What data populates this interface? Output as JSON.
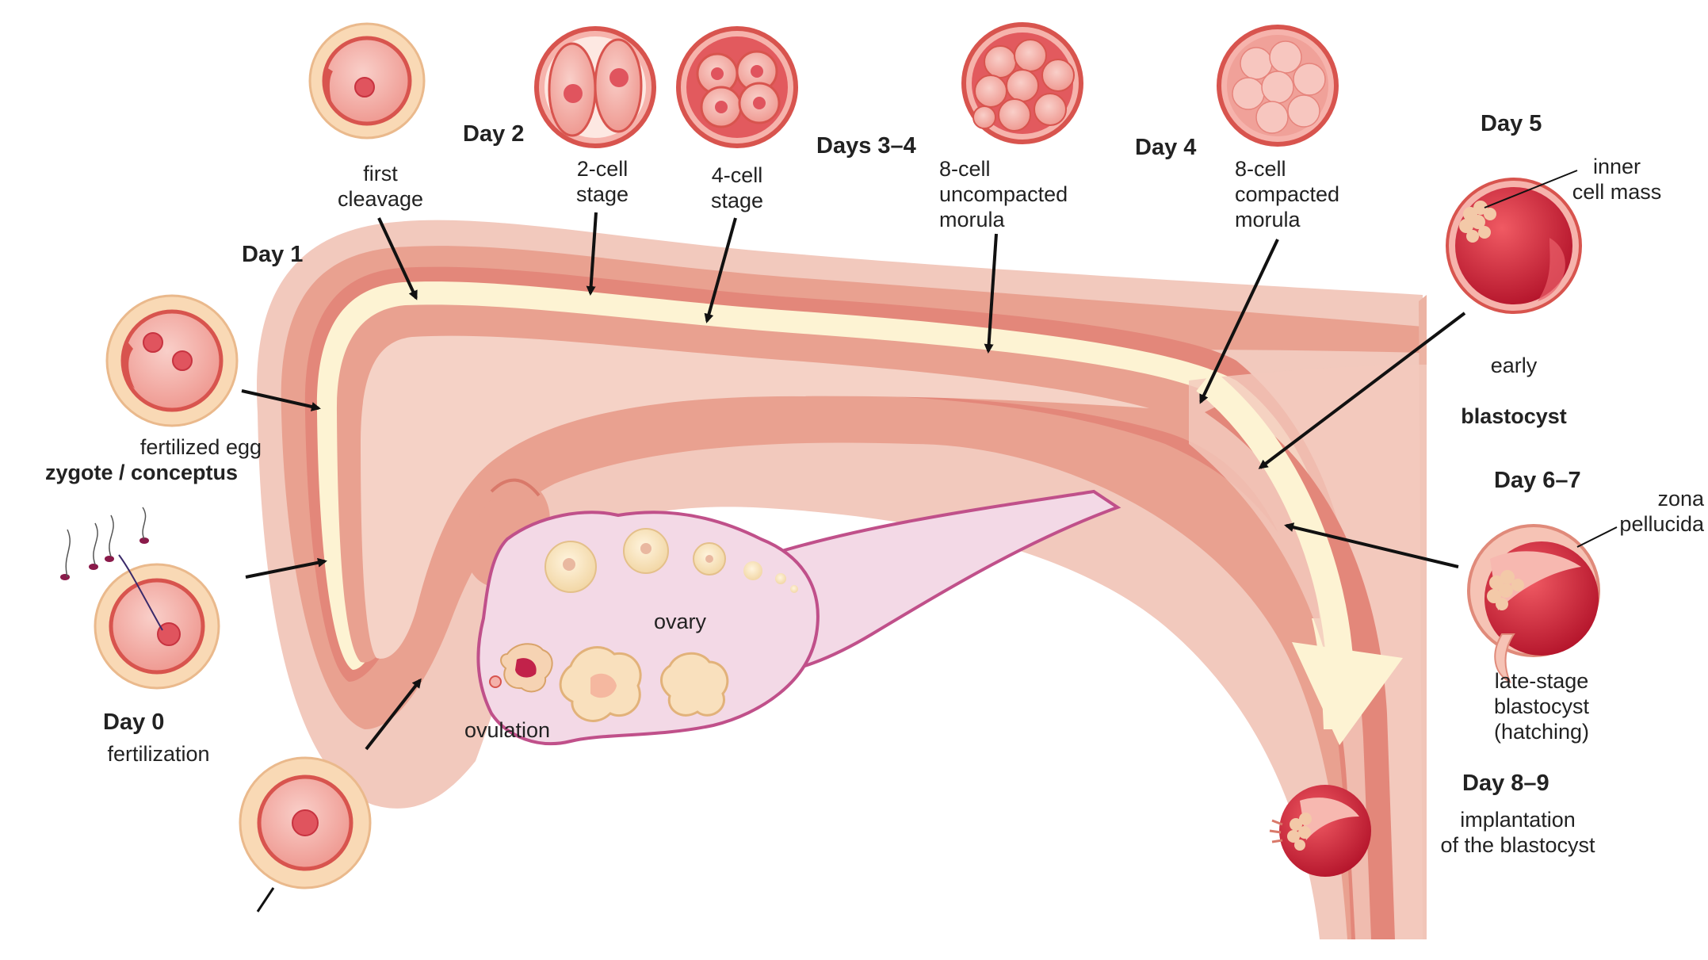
{
  "days": {
    "day0": "Day 0",
    "day1": "Day 1",
    "day2": "Day 2",
    "days34": "Days 3–4",
    "day4": "Day 4",
    "day5": "Day 5",
    "day67": "Day 6–7",
    "day89": "Day 8–9"
  },
  "labels": {
    "fertilization": "fertilization",
    "fertilized_egg": "fertilized egg",
    "zygote": "zygote / conceptus",
    "first_cleavage": "first\ncleavage",
    "two_cell": "2-cell\nstage",
    "four_cell": "4-cell\nstage",
    "uncompacted": "8-cell\nuncompacted\nmorula",
    "compacted": "8-cell\ncompacted\nmorula",
    "inner_cell_mass": "inner\ncell mass",
    "early": "early",
    "blastocyst": "blastocyst",
    "zona": "zona\npellucida",
    "late_stage": "late-stage\nblastocyst\n(hatching)",
    "implantation": "implantation\nof the blastocyst",
    "ovary": "ovary",
    "ovulation": "ovulation"
  },
  "colors": {
    "tube_outer": "#f2c9bd",
    "tube_wall": "#e9a190",
    "tube_lumen_wall": "#e3877a",
    "lumen": "#fdf3d3",
    "ovary": "#f3d9e6",
    "ovary_edge": "#c0508a",
    "cell_fill": "#f4b1ab",
    "cell_edge": "#d8544e",
    "cumulus": "#f9d9b5",
    "blastocyst": "#d92437"
  }
}
